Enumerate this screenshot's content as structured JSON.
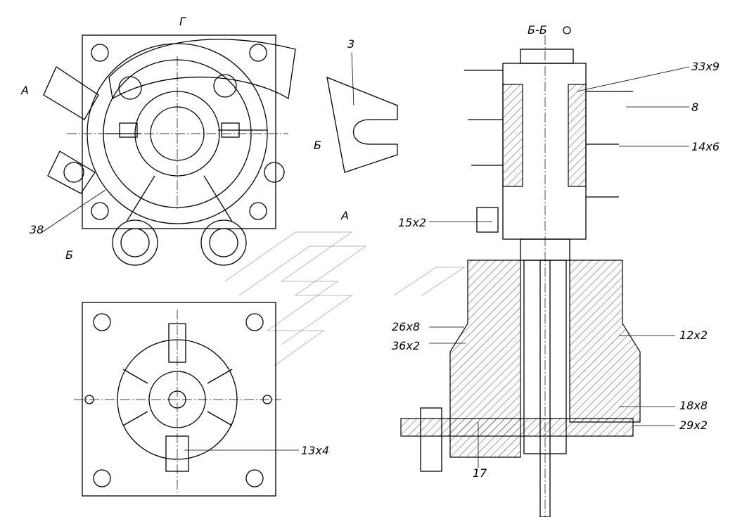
{
  "views": {
    "top_view_label": "Г",
    "section_label": "Б-Б",
    "part3_label": "3"
  },
  "section_marks": {
    "a_left": "А",
    "a_right": "А",
    "b_right": "Б",
    "b_bottom": "Б"
  },
  "callouts": {
    "c33x9": "33x9",
    "c8": "8",
    "c14x6": "14x6",
    "c38": "38",
    "c15x2": "15x2",
    "c26x8": "26x8",
    "c36x2": "36x2",
    "c12x2": "12x2",
    "c18x8": "18x8",
    "c29x2": "29x2",
    "c13x4": "13x4",
    "c17": "17"
  }
}
